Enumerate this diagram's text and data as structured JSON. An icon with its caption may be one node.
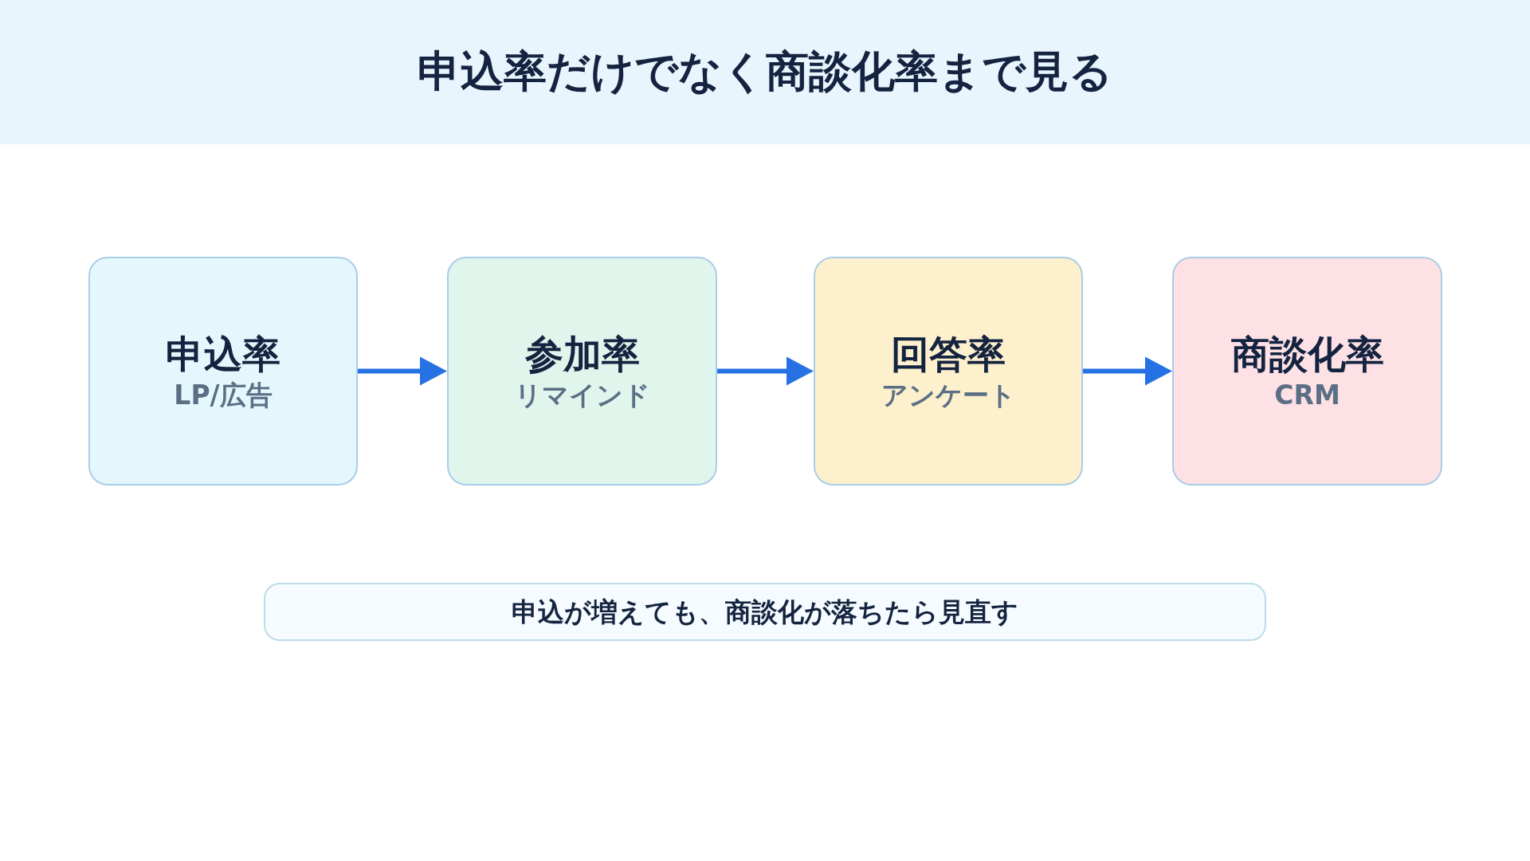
{
  "diagram": {
    "title": "申込率だけでなく商談化率まで見る",
    "nodes": [
      {
        "text": [
          "申込率",
          "LP/広告"
        ]
      },
      {
        "text": [
          "参加率",
          "リマインド"
        ]
      },
      {
        "text": [
          "回答率",
          "アンケート"
        ]
      },
      {
        "text": [
          "商談化率",
          "CRM"
        ]
      },
      {
        "text": [
          "申込が増えても、商談化が落ちたら見直す"
        ]
      }
    ],
    "edges": [
      {
        "from": 0,
        "to": 1,
        "arrow": "to"
      },
      {
        "from": 1,
        "to": 2,
        "arrow": "to"
      },
      {
        "from": 2,
        "to": 3,
        "arrow": "to"
      }
    ]
  }
}
